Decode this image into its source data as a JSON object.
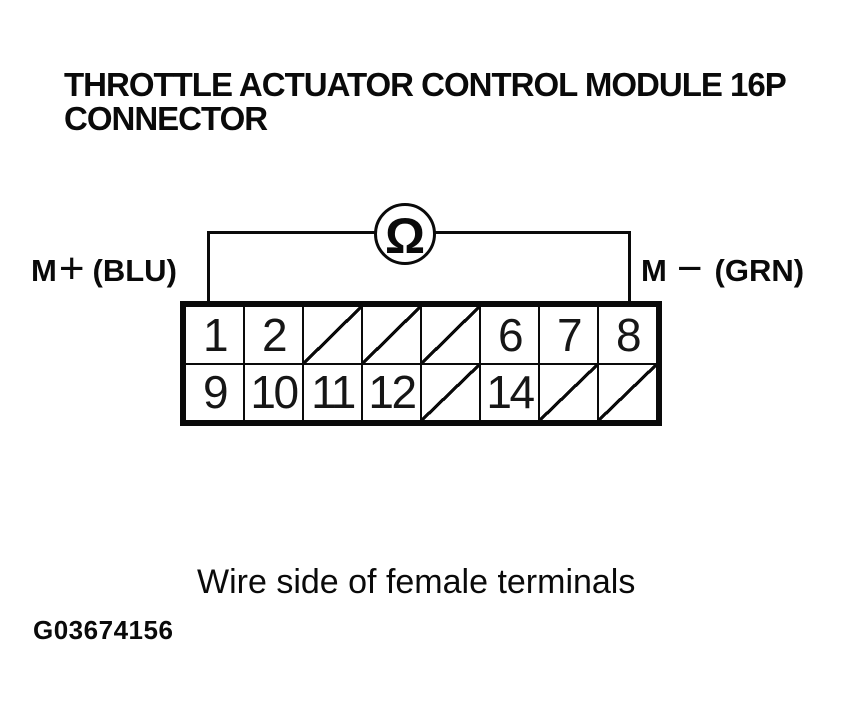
{
  "title": {
    "line1": "THROTTLE ACTUATOR CONTROL MODULE 16P",
    "line2": "CONNECTOR"
  },
  "meter": {
    "symbol": "Ω",
    "type": "ohmmeter"
  },
  "labels": {
    "left": {
      "prefix": "M",
      "sign": "+",
      "code": "(BLU)"
    },
    "right": {
      "prefix": "M",
      "sign": "−",
      "code": "(GRN)"
    }
  },
  "connector": {
    "rows": 2,
    "cols": 8,
    "cells": [
      {
        "pin": "1",
        "slash": false
      },
      {
        "pin": "2",
        "slash": false
      },
      {
        "pin": "",
        "slash": true
      },
      {
        "pin": "",
        "slash": true
      },
      {
        "pin": "",
        "slash": true
      },
      {
        "pin": "6",
        "slash": false
      },
      {
        "pin": "7",
        "slash": false
      },
      {
        "pin": "8",
        "slash": false
      },
      {
        "pin": "9",
        "slash": false
      },
      {
        "pin": "10",
        "slash": false
      },
      {
        "pin": "11",
        "slash": false
      },
      {
        "pin": "12",
        "slash": false
      },
      {
        "pin": "",
        "slash": true
      },
      {
        "pin": "14",
        "slash": false
      },
      {
        "pin": "",
        "slash": true
      },
      {
        "pin": "",
        "slash": true
      }
    ]
  },
  "caption": "Wire side of female terminals",
  "figure_id": "G03674156",
  "colors": {
    "ink": "#0a0a0a",
    "background": "#ffffff"
  }
}
